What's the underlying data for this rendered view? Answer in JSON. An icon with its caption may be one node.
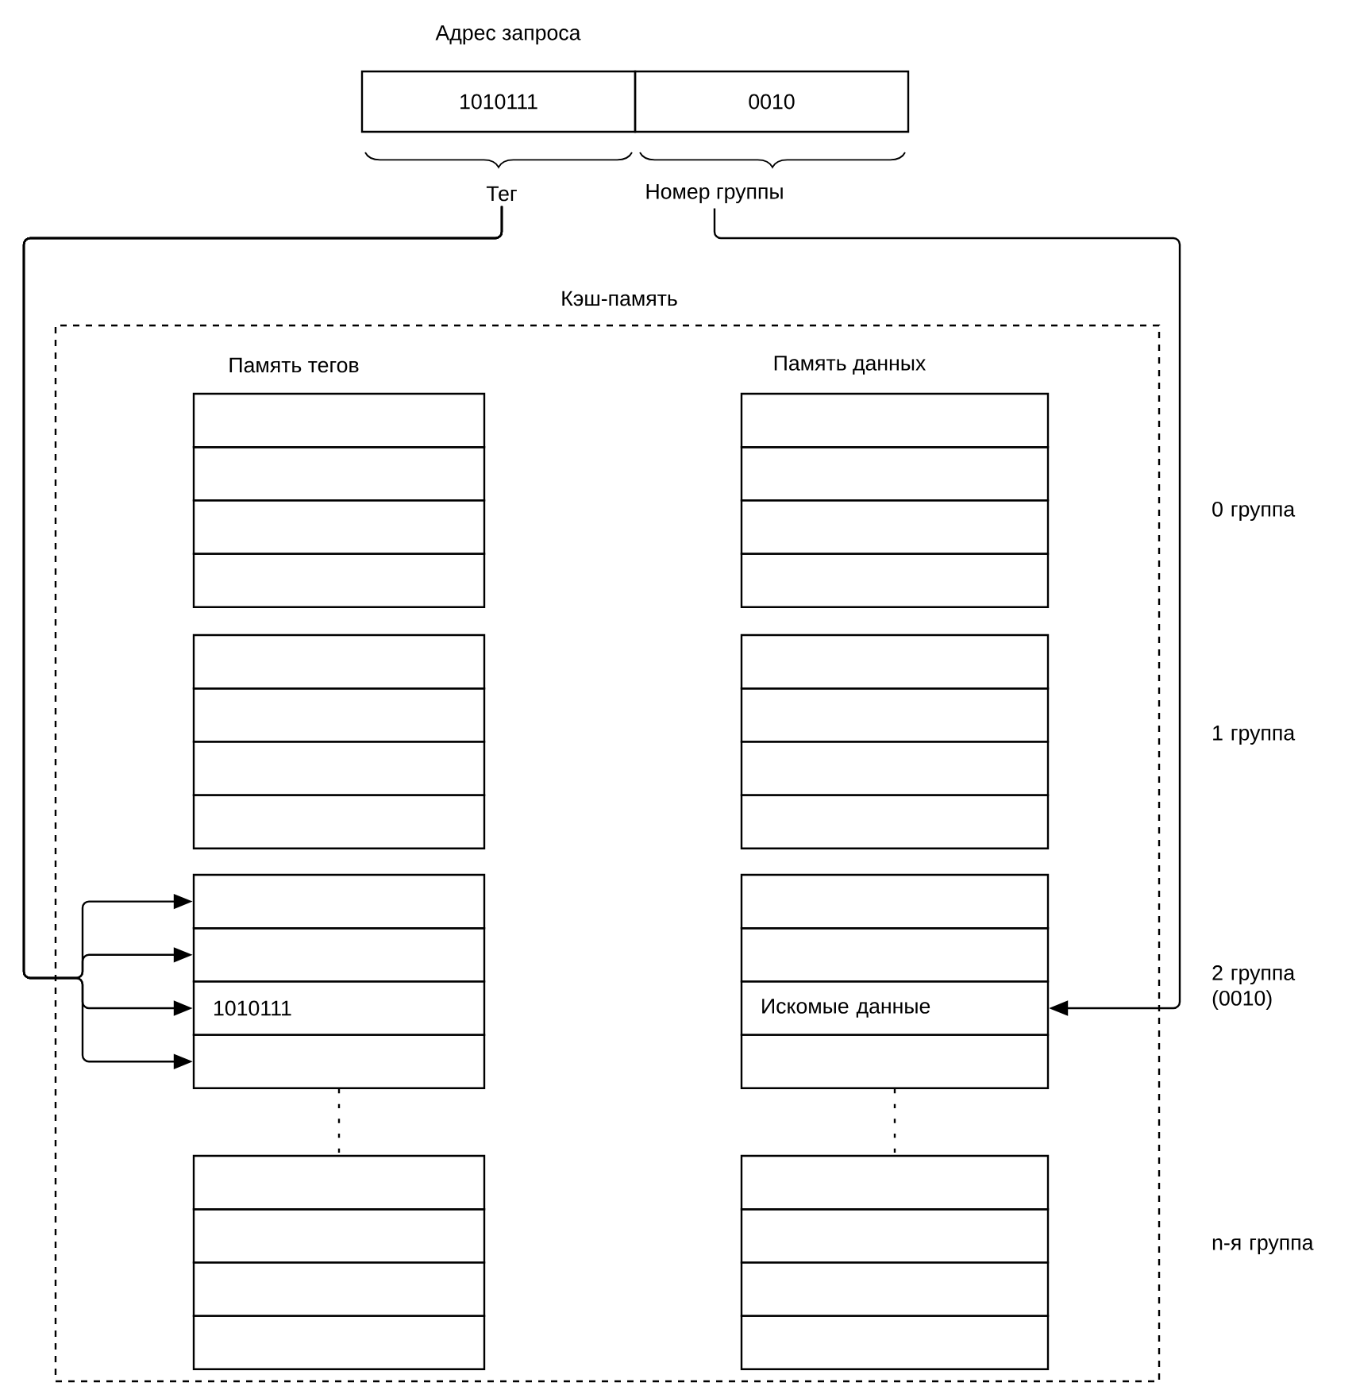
{
  "diagram": {
    "nodes": [
      {
        "text": [
          "1010111"
        ]
      },
      {
        "text": [
          "0010"
        ]
      },
      {
        "text": [
          "Тег"
        ]
      },
      {
        "text": [
          "Номер группы"
        ]
      },
      {
        "text": [
          "Кэш-память"
        ]
      },
      {
        "text": [],
        "shape": "box",
        "in": 4
      },
      {
        "text": [],
        "shape": "box",
        "in": 4
      },
      {
        "text": [],
        "shape": "box",
        "in": 4
      },
      {
        "text": [],
        "shape": "box",
        "in": 4
      },
      {
        "text": [],
        "shape": "box",
        "in": 4
      },
      {
        "text": [],
        "shape": "box",
        "in": 4
      },
      {
        "text": [],
        "shape": "box",
        "in": 4
      },
      {
        "text": [],
        "shape": "box",
        "in": 4
      },
      {
        "text": [],
        "shape": "box",
        "in": 4
      },
      {
        "text": [],
        "shape": "box",
        "in": 4
      },
      {
        "text": [],
        "shape": "box",
        "in": 4
      },
      {
        "text": [],
        "shape": "box",
        "in": 4
      },
      {
        "text": [],
        "shape": "box",
        "in": 4
      },
      {
        "text": [],
        "shape": "box",
        "in": 4
      },
      {
        "text": [],
        "shape": "box",
        "in": 4
      },
      {
        "text": [],
        "shape": "box",
        "in": 4
      },
      {
        "text": [],
        "shape": "box",
        "in": 4
      },
      {
        "text": [],
        "shape": "box",
        "in": 4
      },
      {
        "text": [],
        "shape": "box",
        "in": 4
      },
      {
        "text": [],
        "shape": "box",
        "in": 4
      },
      {
        "text": [
          "1010111"
        ],
        "in": 4
      },
      {
        "text": [
          "Искомые данные"
        ],
        "in": 4
      },
      {
        "text": [],
        "shape": "box",
        "in": 4
      },
      {
        "text": [],
        "shape": "box",
        "in": 4
      },
      {
        "text": [],
        "shape": "box",
        "in": 4
      },
      {
        "text": [],
        "shape": "box",
        "in": 4
      },
      {
        "text": [],
        "shape": "box",
        "in": 4
      },
      {
        "text": [],
        "shape": "box",
        "in": 4
      },
      {
        "text": [],
        "shape": "box",
        "in": 4
      },
      {
        "text": [],
        "shape": "box",
        "in": 4
      },
      {
        "text": [],
        "shape": "box",
        "in": 4
      },
      {
        "text": [],
        "shape": "box",
        "in": 4
      }
    ],
    "edges": [
      {
        "from": 2,
        "to": 21,
        "arrow": "to"
      },
      {
        "from": 2,
        "to": 23,
        "arrow": "to"
      },
      {
        "from": 2,
        "to": 25,
        "arrow": "to"
      },
      {
        "from": 2,
        "to": 27,
        "arrow": "to"
      },
      {
        "from": 3,
        "to": 26,
        "arrow": "to"
      },
      {
        "from": 27,
        "to": 29,
        "arrow": "none",
        "style": "dashed"
      },
      {
        "from": 28,
        "to": 30,
        "arrow": "none",
        "style": "dashed"
      }
    ],
    "labels": [
      "Адрес запроса",
      "Память тегов",
      "Память данных",
      "0 группа",
      "1 группа",
      "2 группа (0010)",
      "n-я группа"
    ]
  }
}
